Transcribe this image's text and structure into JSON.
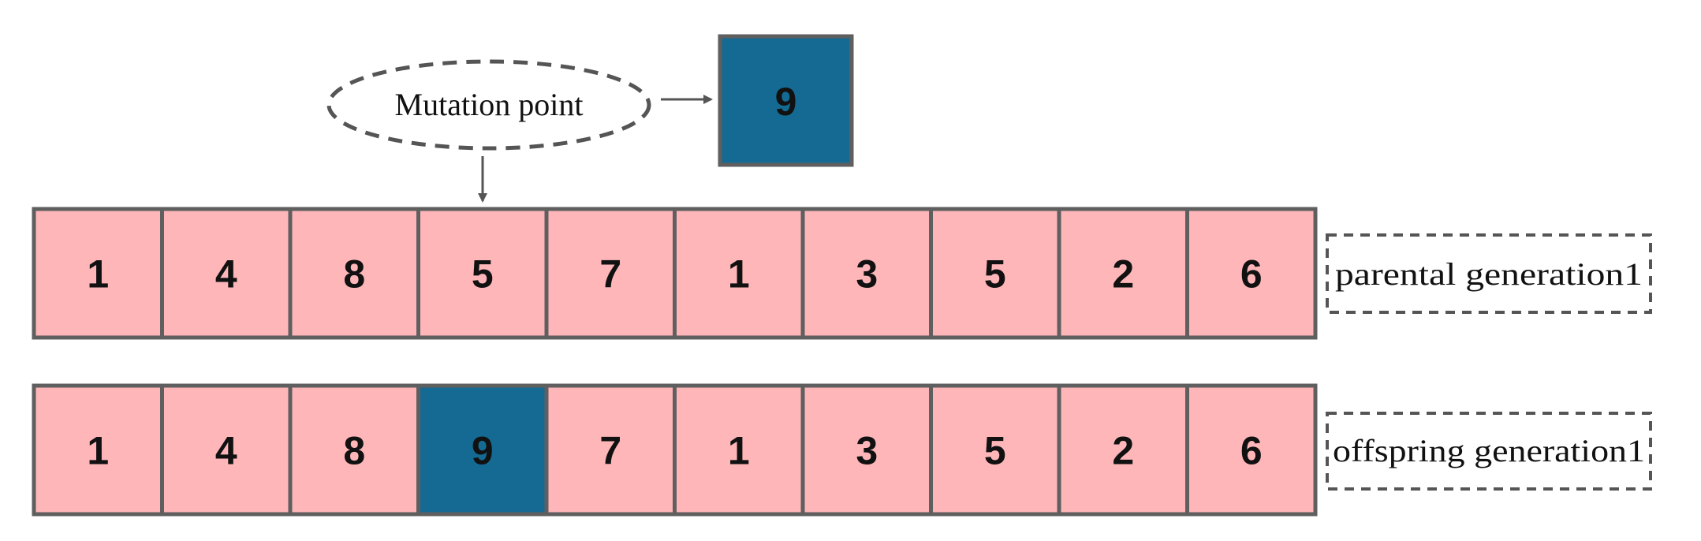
{
  "mutation": {
    "label": "Mutation point",
    "new_value": "9"
  },
  "rows": [
    {
      "label": "parental generation1",
      "genes": [
        "1",
        "4",
        "8",
        "5",
        "7",
        "1",
        "3",
        "5",
        "2",
        "6"
      ],
      "highlighted_index": null
    },
    {
      "label": "offspring generation1",
      "genes": [
        "1",
        "4",
        "8",
        "9",
        "7",
        "1",
        "3",
        "5",
        "2",
        "6"
      ],
      "highlighted_index": 3
    }
  ],
  "colors": {
    "cell_fill": "#ffb6b9",
    "cell_border": "#5f5f5f",
    "mutated_fill": "#156a93",
    "text": "#111111",
    "dashed": "#555555",
    "arrow": "#555555"
  }
}
